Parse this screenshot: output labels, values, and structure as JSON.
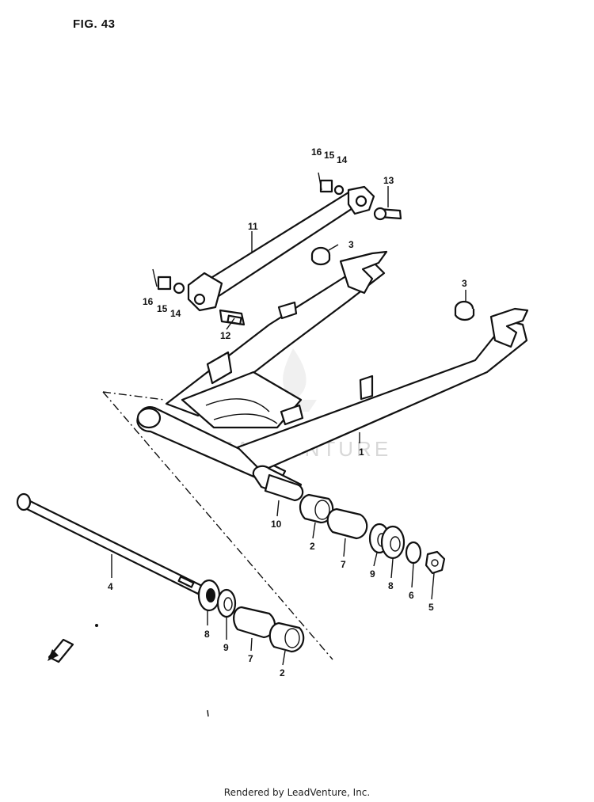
{
  "figure": {
    "title": "FIG. 43"
  },
  "callouts": [
    "16",
    "15",
    "14",
    "13",
    "11",
    "3",
    "16",
    "15",
    "14",
    "12",
    "3",
    "1",
    "10",
    "2",
    "7",
    "9",
    "8",
    "6",
    "5",
    "4",
    "8",
    "9",
    "7",
    "2"
  ],
  "watermark": "LEADVENTURE",
  "footer": "Rendered by LeadVenture, Inc.",
  "colors": {
    "line": "#111111",
    "background": "#ffffff",
    "watermark": "#d8d8d8"
  }
}
